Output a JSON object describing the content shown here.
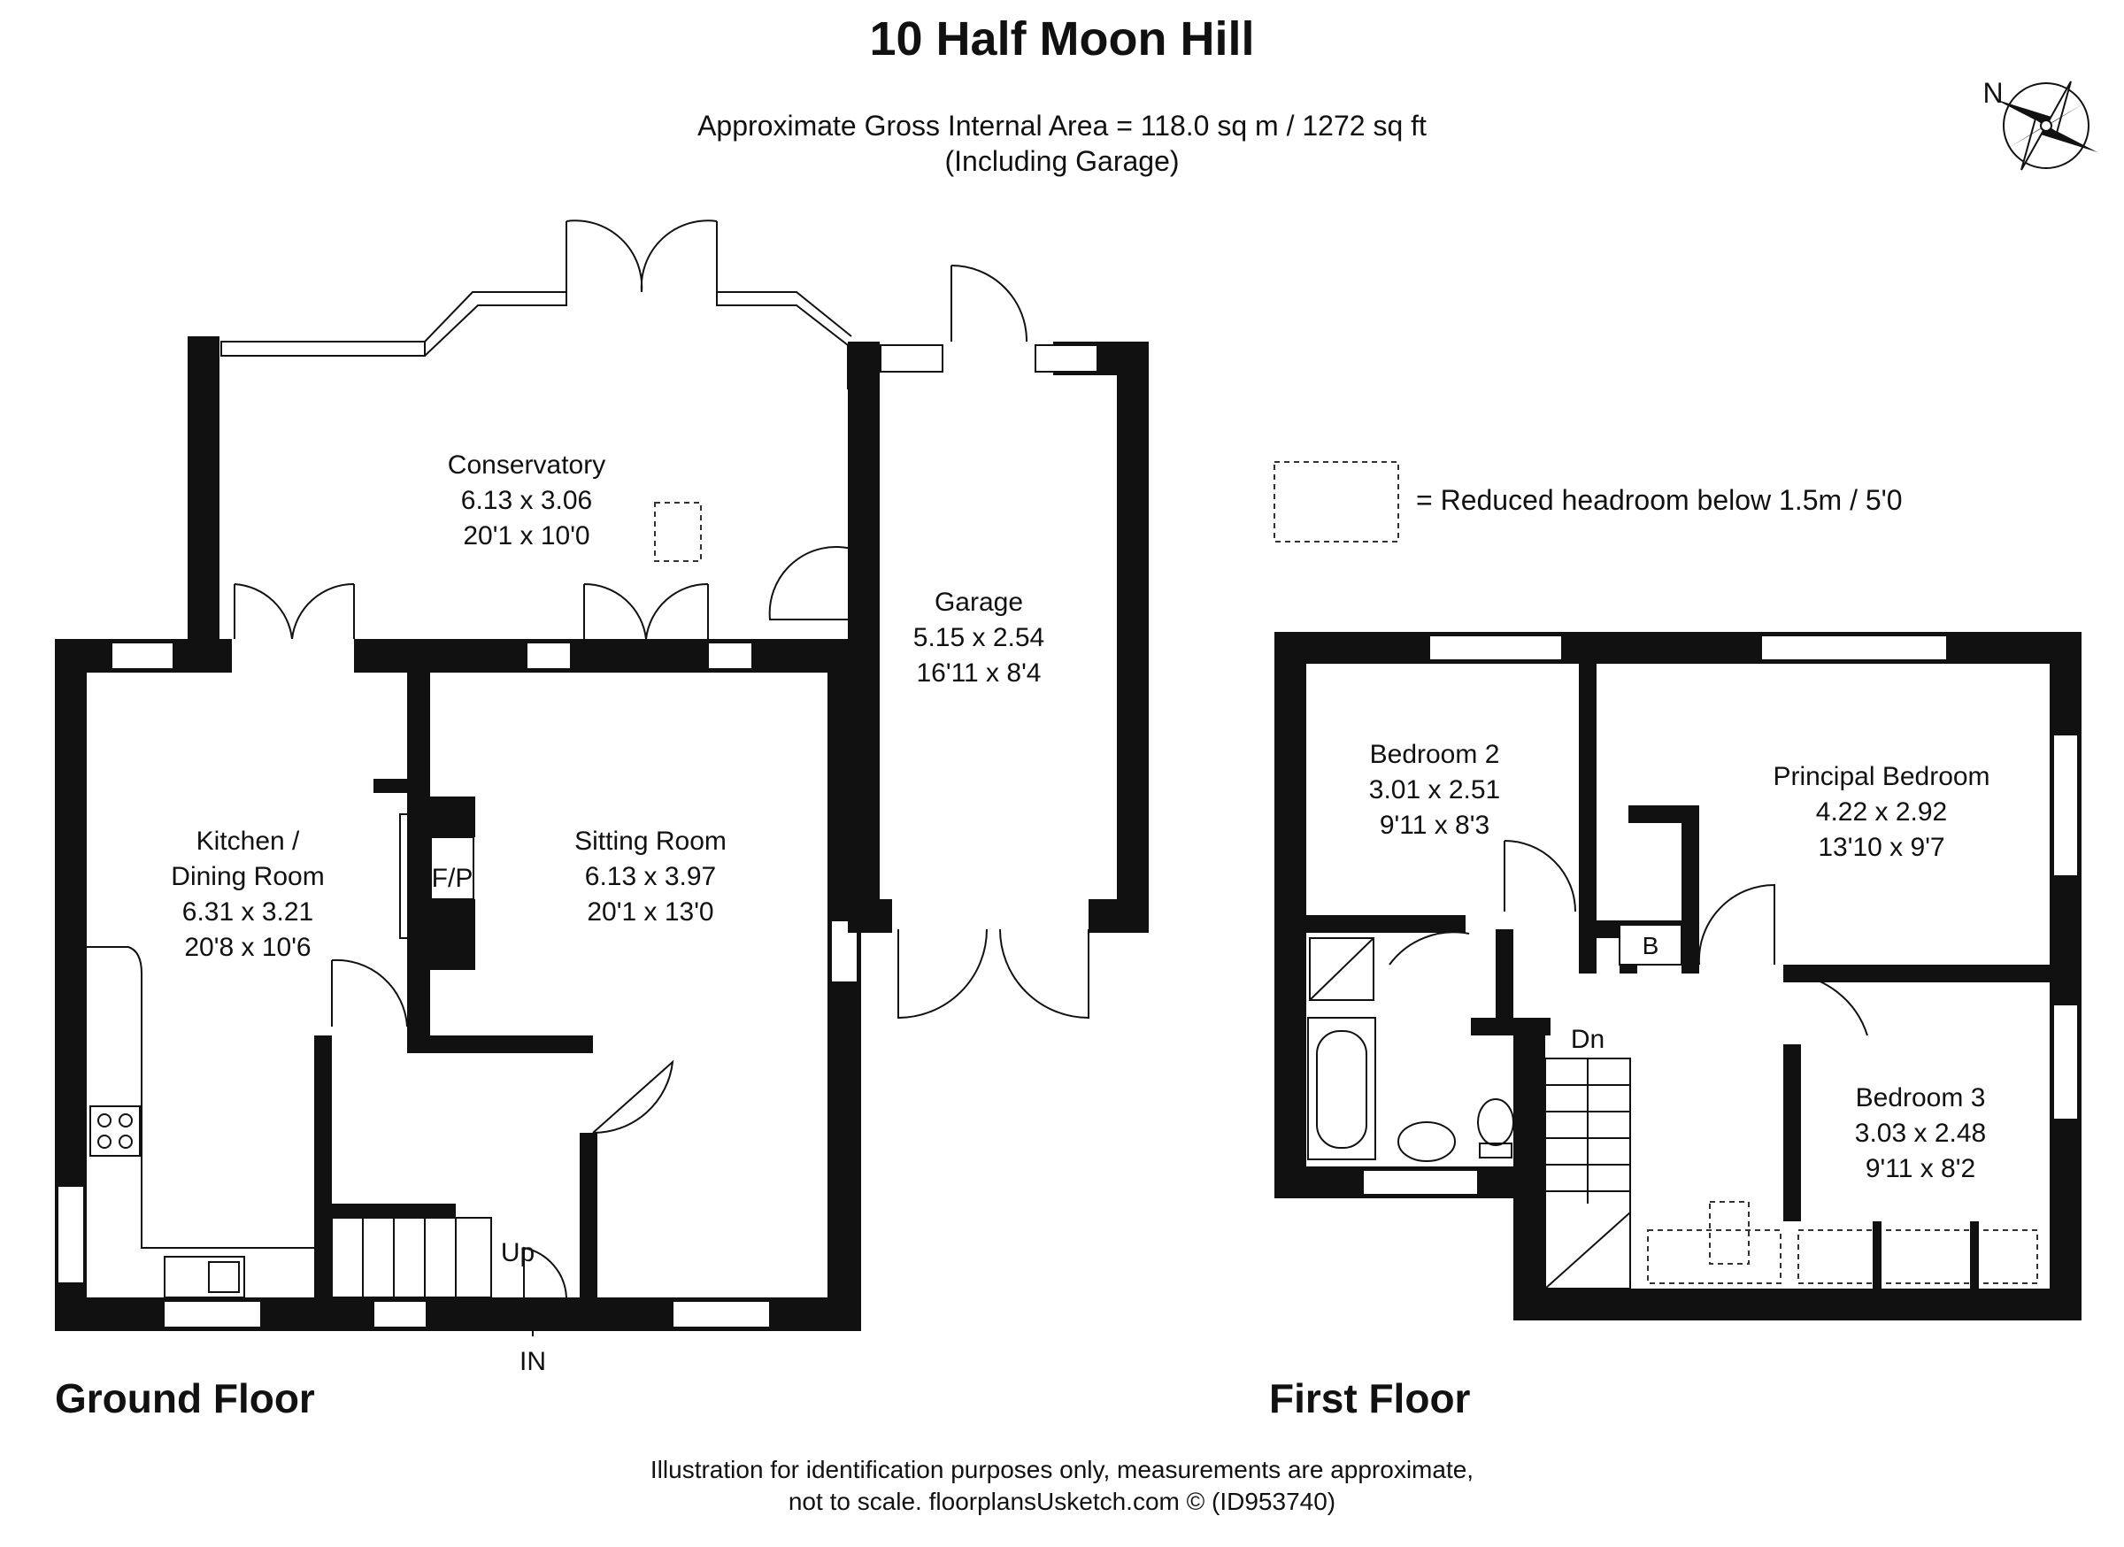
{
  "title": "10 Half Moon Hill",
  "area_line": "Approximate Gross Internal Area = 118.0 sq m / 1272 sq ft",
  "area_note": "(Including Garage)",
  "compass_label": "N",
  "legend_text": "= Reduced headroom below 1.5m / 5'0",
  "ground_floor": {
    "label": "Ground Floor",
    "rooms": [
      {
        "name": "Conservatory",
        "metric": "6.13 x 3.06",
        "imperial": "20'1 x 10'0"
      },
      {
        "name": "Garage",
        "metric": "5.15 x 2.54",
        "imperial": "16'11 x 8'4"
      },
      {
        "name_line1": "Kitchen /",
        "name_line2": "Dining Room",
        "metric": "6.31 x 3.21",
        "imperial": "20'8 x 10'6"
      },
      {
        "name": "Sitting Room",
        "metric": "6.13 x 3.97",
        "imperial": "20'1 x 13'0"
      }
    ],
    "fp_label": "F/P",
    "up_label": "Up",
    "in_label": "IN"
  },
  "first_floor": {
    "label": "First Floor",
    "rooms": [
      {
        "name": "Bedroom 2",
        "metric": "3.01 x 2.51",
        "imperial": "9'11 x 8'3"
      },
      {
        "name": "Principal Bedroom",
        "metric": "4.22 x 2.92",
        "imperial": "13'10 x 9'7"
      },
      {
        "name": "Bedroom 3",
        "metric": "3.03 x 2.48",
        "imperial": "9'11 x 8'2"
      }
    ],
    "boiler_label": "B",
    "down_label": "Dn"
  },
  "footer_line1": "Illustration for identification purposes only, measurements are approximate,",
  "footer_line2": "not to scale. floorplansUsketch.com © (ID953740)"
}
